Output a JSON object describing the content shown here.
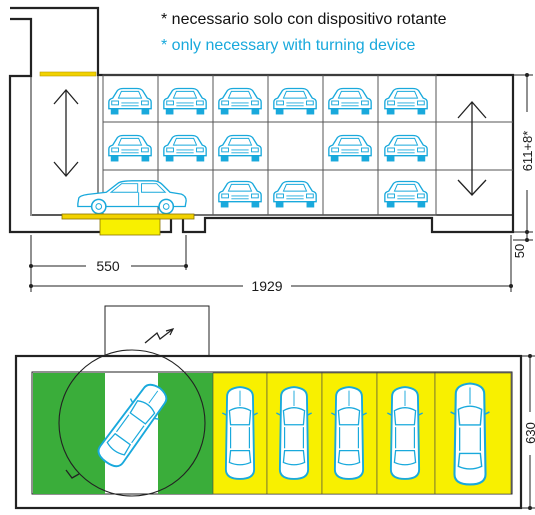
{
  "notes": {
    "italian": "* necessario solo con dispositivo rotante",
    "english": "* only necessary with turning device"
  },
  "dimensions": {
    "left_span": "550",
    "total_width": "1929",
    "rack_height": "611+8*",
    "pit_depth": "50",
    "plan_width": "630"
  },
  "colors": {
    "accent_blue": "#19a9dc",
    "turntable_green": "#3aad3a",
    "bay_yellow": "#f8f000",
    "platform_yellow": "#f2d200",
    "line": "#222222"
  },
  "icons": {
    "lift_arrow": "double-headed-vertical-arrow",
    "entry": "lightning-bolt-icon",
    "turntable": "rotation-circle-icon"
  }
}
